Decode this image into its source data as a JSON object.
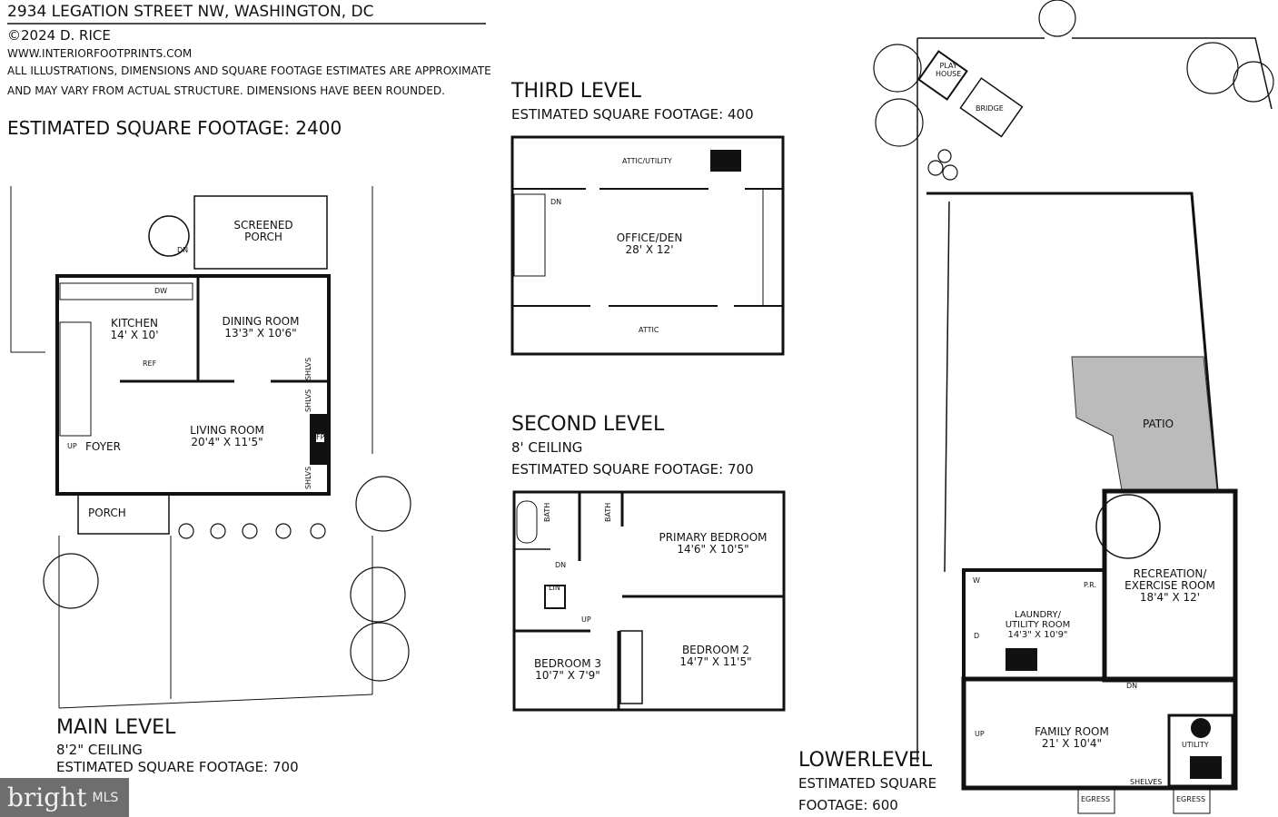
{
  "header": {
    "title": "2934 LEGATION STREET NW, WASHINGTON, DC",
    "copyright": "©2024 D. RICE",
    "website": "WWW.INTERIORFOOTPRINTS.COM",
    "disclaimer_1": "ALL ILLUSTRATIONS, DIMENSIONS AND SQUARE FOOTAGE ESTIMATES ARE APPROXIMATE",
    "disclaimer_2": "AND MAY VARY FROM ACTUAL STRUCTURE. DIMENSIONS HAVE BEEN ROUNDED.",
    "total_sqft": "ESTIMATED SQUARE FOOTAGE: 2400"
  },
  "third": {
    "title": "THIRD LEVEL",
    "sqft": "ESTIMATED SQUARE FOOTAGE: 400",
    "attic_utility": "ATTIC/UTILITY",
    "office": "OFFICE/DEN",
    "office_dim": "28' X 12'",
    "attic": "ATTIC",
    "dn": "DN"
  },
  "second": {
    "title": "SECOND LEVEL",
    "ceiling": "8' CEILING",
    "sqft": "ESTIMATED SQUARE FOOTAGE: 700",
    "bath1": "BATH",
    "bath2": "BATH",
    "primary": "PRIMARY BEDROOM",
    "primary_dim": "14'6\" X 10'5\"",
    "lin": "LIN",
    "dn": "DN",
    "up": "UP",
    "bed3": "BEDROOM 3",
    "bed3_dim": "10'7\" X 7'9\"",
    "bed2": "BEDROOM 2",
    "bed2_dim": "14'7\" X 11'5\""
  },
  "main": {
    "title": "MAIN LEVEL",
    "ceiling": "8'2\" CEILING",
    "sqft": "ESTIMATED SQUARE FOOTAGE:  700",
    "screened": "SCREENED",
    "porch_word": "PORCH",
    "kitchen": "KITCHEN",
    "kitchen_dim": "14' X 10'",
    "dining": "DINING ROOM",
    "dining_dim": "13'3\" X 10'6\"",
    "living": "LIVING ROOM",
    "living_dim": "20'4\" X 11'5\"",
    "foyer": "FOYER",
    "porch": "PORCH",
    "dw": "DW",
    "ref": "REF",
    "fp": "FP",
    "shlvs": "SHLVS",
    "dn": "DN",
    "up": "UP"
  },
  "lower": {
    "title": "LOWERLEVEL",
    "sqft_1": "ESTIMATED SQUARE",
    "sqft_2": "FOOTAGE: 600",
    "playhouse_1": "PLAY",
    "playhouse_2": "HOUSE",
    "bridge": "BRIDGE",
    "patio": "PATIO",
    "rec_1": "RECREATION/",
    "rec_2": "EXERCISE ROOM",
    "rec_dim": "18'4\" X 12'",
    "laundry_1": "LAUNDRY/",
    "laundry_2": "UTILITY ROOM",
    "laundry_dim": "14'3\" X 10'9\"",
    "w": "W",
    "d": "D",
    "pr": "P.R.",
    "family": "FAMILY ROOM",
    "family_dim": "21' X 10'4\"",
    "utility": "UTILITY",
    "shelves": "SHELVES",
    "egress": "EGRESS",
    "up": "UP",
    "dn": "DN"
  },
  "logo": {
    "brand": "bright",
    "suffix": "MLS"
  }
}
